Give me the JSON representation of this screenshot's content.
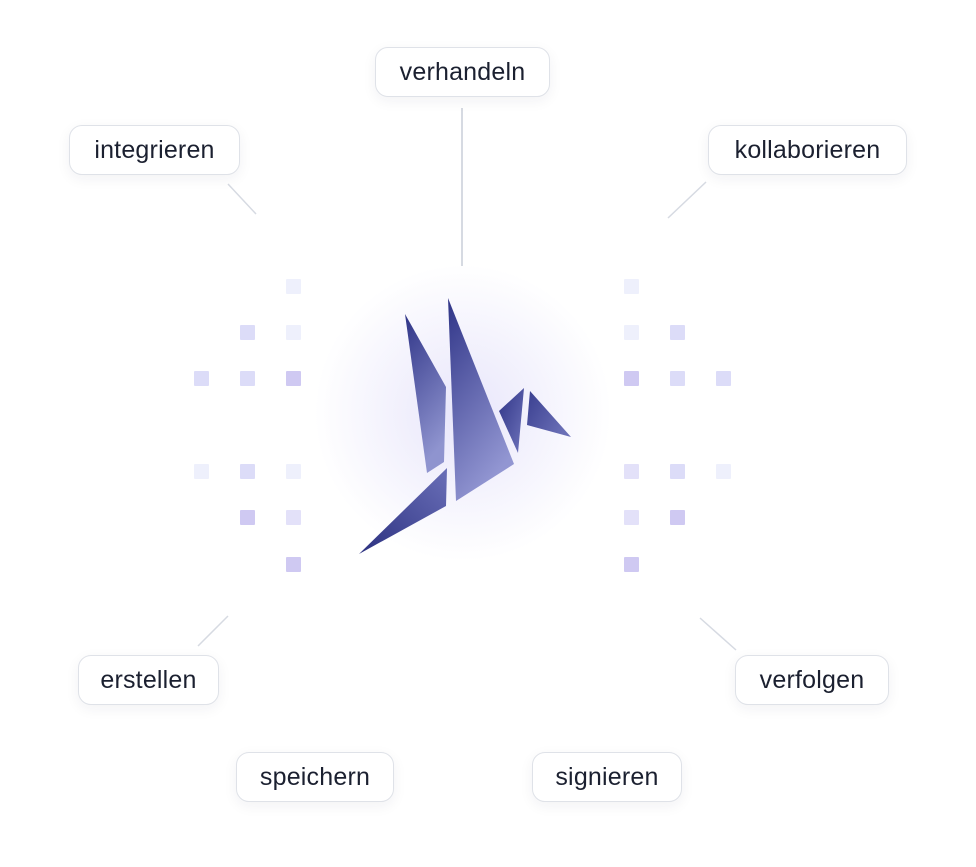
{
  "labels": {
    "top": "verhandeln",
    "top_left": "integrieren",
    "top_right": "kollaborieren",
    "bottom_left": "erstellen",
    "bottom_right": "verfolgen",
    "bottom_center_left": "speichern",
    "bottom_center_right": "signieren"
  },
  "colors": {
    "logo_dark": "#2f3487",
    "logo_light": "#8f94cf",
    "line": "#d6dae2",
    "square_light": "#eef0fc",
    "square_mid": "#dcdcf8",
    "square_dark": "#cfc9f2",
    "pill_border": "#dfe2e8",
    "text": "#1b2030"
  },
  "logo": {
    "icon": "origami-bird-icon"
  }
}
